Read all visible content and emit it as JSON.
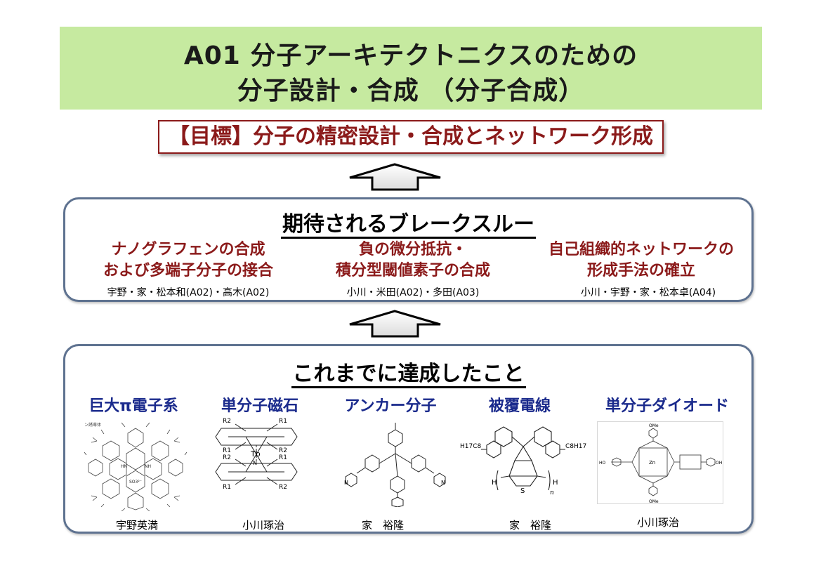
{
  "header": {
    "title_line1": "A01 分子アーキテクトニクスのための",
    "title_line2": "分子設計・合成 （分子合成）"
  },
  "goal": "【目標】分子の精密設計・合成とネットワーク形成",
  "breakthrough": {
    "heading": "期待されるブレークスルー",
    "items": [
      {
        "line1": "ナノグラフェンの合成",
        "line2": "および多端子分子の接合",
        "authors": "宇野・家・松本和(A02)・高木(A02)"
      },
      {
        "line1": "負の微分抵抗・",
        "line2": "積分型閾値素子の合成",
        "authors": "小川・米田(A02)・多田(A03)"
      },
      {
        "line1": "自己組織的ネットワークの",
        "line2": "形成手法の確立",
        "authors": "小川・宇野・家・松本卓(A04)"
      }
    ]
  },
  "achievements": {
    "heading": "これまでに達成したこと",
    "items": [
      {
        "label": "巨大π電子系",
        "author": "宇野英満",
        "icon": "nanographene-structure",
        "caption": "ン誘導体",
        "chem": [
          "HN",
          "NH",
          "SO3²⁻"
        ]
      },
      {
        "label": "単分子磁石",
        "author": "小川琢治",
        "icon": "terbium-double-decker-structure",
        "chem": [
          "R2",
          "R1",
          "Tb",
          "N"
        ]
      },
      {
        "label": "アンカー分子",
        "author": "家　裕隆",
        "icon": "tripod-anchor-structure",
        "chem": [
          "N"
        ]
      },
      {
        "label": "被覆電線",
        "author": "家　裕隆",
        "icon": "covered-wire-structure",
        "chem": [
          "H17C8",
          "C8H17",
          "S",
          "H",
          "n"
        ]
      },
      {
        "label": "単分子ダイオード",
        "author": "小川琢治",
        "icon": "porphyrin-diode-structure",
        "chem": [
          "OMe",
          "HO",
          "OH",
          "Zn"
        ]
      }
    ]
  },
  "colors": {
    "title_band": "#c6eaa0",
    "goal_red": "#8b1a1a",
    "panel_border": "#5e7290",
    "achievement_blue": "#1a2a8c"
  }
}
